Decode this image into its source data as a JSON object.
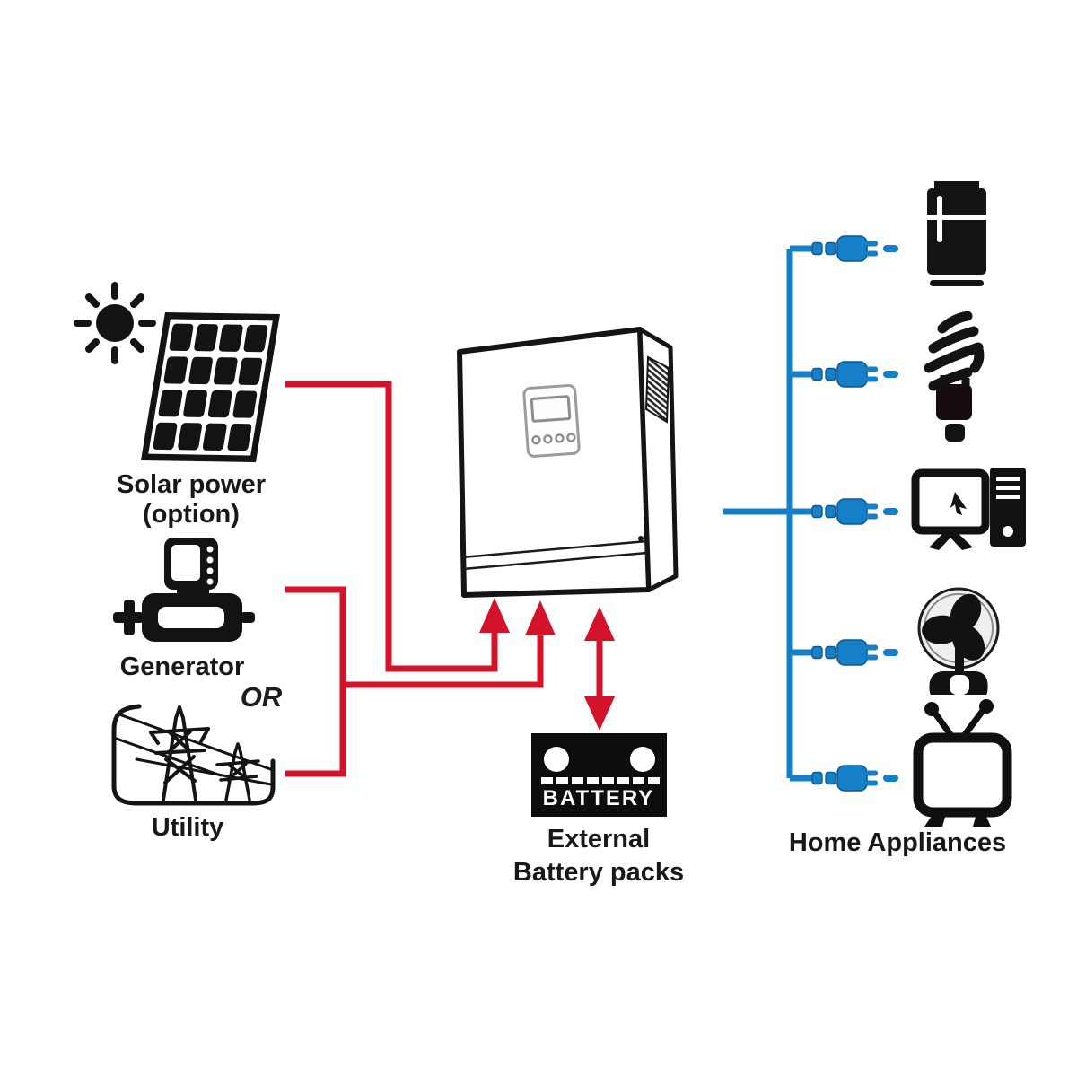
{
  "page": {
    "background": "#ffffff"
  },
  "palette": {
    "source_line_red": "#d31329",
    "load_line_blue": "#1580c8",
    "icon_ink": "#131313"
  },
  "diagram": {
    "sources": {
      "solar": {
        "icon": "solar-panel-icon",
        "label_line1": "Solar power",
        "label_line2": "(option)"
      },
      "generator": {
        "icon": "generator-icon",
        "label": "Generator"
      },
      "or_separator": "OR",
      "utility": {
        "icon": "power-pylon-icon",
        "label": "Utility"
      }
    },
    "inverter": {
      "icon": "inverter-icon"
    },
    "battery": {
      "icon": "battery-icon",
      "badge": "BATTERY",
      "caption_line1": "External",
      "caption_line2": "Battery packs"
    },
    "appliances": {
      "caption": "Home Appliances",
      "items": [
        {
          "icon": "refrigerator-icon"
        },
        {
          "icon": "cfl-bulb-icon"
        },
        {
          "icon": "desktop-computer-icon"
        },
        {
          "icon": "table-fan-icon"
        },
        {
          "icon": "tv-icon"
        }
      ]
    },
    "connections": [
      {
        "from": "solar-panel",
        "to": "inverter",
        "style": "red-arrow"
      },
      {
        "from": "generator",
        "to": "inverter",
        "style": "red-arrow-merged"
      },
      {
        "from": "utility",
        "to": "inverter",
        "style": "red-arrow-merged"
      },
      {
        "from": "inverter",
        "to": "external-battery",
        "style": "red-double-arrow"
      },
      {
        "from": "inverter",
        "to": "refrigerator",
        "style": "blue-plug"
      },
      {
        "from": "inverter",
        "to": "cfl-bulb",
        "style": "blue-plug"
      },
      {
        "from": "inverter",
        "to": "desktop-computer",
        "style": "blue-plug"
      },
      {
        "from": "inverter",
        "to": "table-fan",
        "style": "blue-plug"
      },
      {
        "from": "inverter",
        "to": "tv",
        "style": "blue-plug"
      }
    ]
  }
}
